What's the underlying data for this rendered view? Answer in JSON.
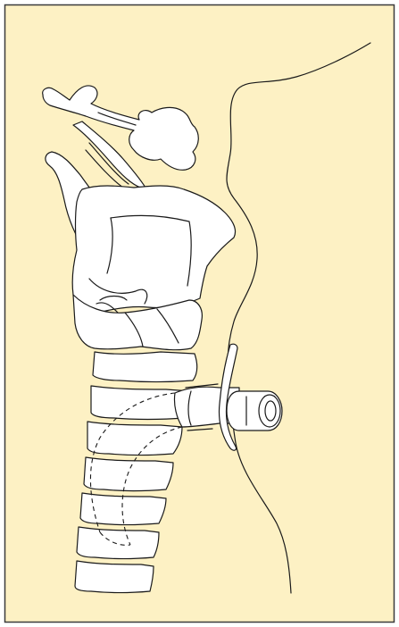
{
  "figure": {
    "background_color": "#fdf1c4",
    "border_color": "#3a3a3a",
    "line_color": "#1a1a1a",
    "structure_fill": "#ffffff",
    "depicted_parts": [
      "hyoid-bone",
      "epiglottis",
      "thyroid-cartilage",
      "cricoid-cartilage",
      "tracheal-rings",
      "tracheostomy-tube",
      "neck-skin-profile"
    ]
  }
}
